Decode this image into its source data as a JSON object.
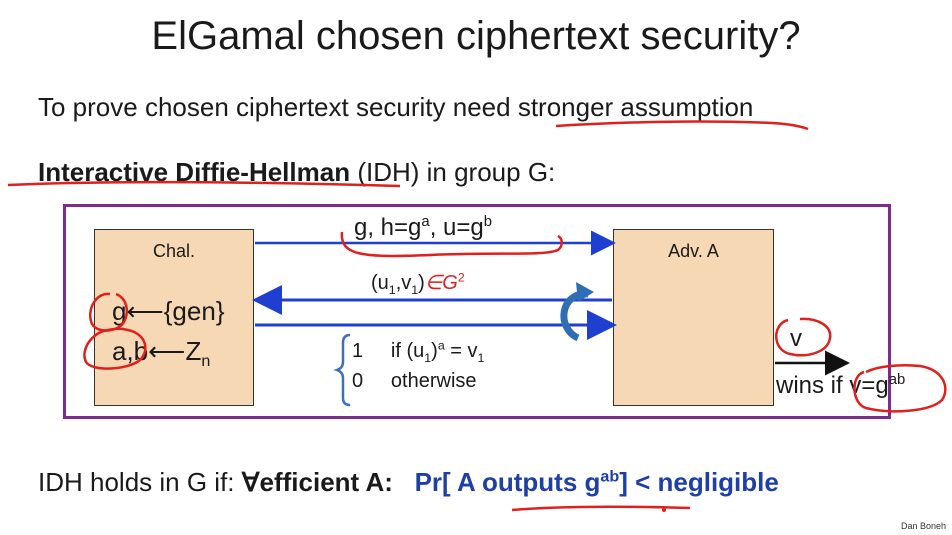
{
  "title": "ElGamal chosen ciphertext security?",
  "intro": {
    "before": "To prove chosen ciphertext security need ",
    "emphasis": "stronger assumption"
  },
  "idh_heading": {
    "bold": "Interactive Diffie-Hellman",
    "rest": " (IDH) in group G:"
  },
  "diagram": {
    "challenger_label": "Chal.",
    "adversary_label": "Adv. A",
    "gen_line": {
      "g": "g",
      "arrow": "⟵",
      "set": "{gen}"
    },
    "ab_line": {
      "vars": "a,b",
      "arrow": "⟵",
      "Z": "Z",
      "sub": "n"
    },
    "msg_challenge": {
      "p1": "g,  h=g",
      "s1": "a",
      "p2": ",  u=g",
      "s2": "b"
    },
    "msg_query": {
      "p1": "(u",
      "s1": "1",
      "p2": ",v",
      "s2": "1",
      "p3": ")",
      "handwritten": "∈G",
      "hw_sup": "2"
    },
    "response": {
      "one": "1",
      "one_text": "if   (u",
      "one_sub": "1",
      "one_mid": ")",
      "one_sup": "a",
      "one_end": " = v",
      "one_end_sub": "1",
      "zero": "0",
      "zero_text": "otherwise"
    },
    "output_v": "v",
    "wins": {
      "text": "wins if ",
      "v": "v=g",
      "sup": "ab"
    }
  },
  "statement": {
    "prefix": "IDH holds in G if:   ",
    "forall": "∀efficient A:",
    "pr_a": "Pr[ A outputs g",
    "pr_sup": "ab",
    "pr_b": "] < negligible"
  },
  "author": "Dan Boneh",
  "colors": {
    "frame": "#7b2d8e",
    "box_fill": "#f6d8b5",
    "arrow_blue": "#1f3fd1",
    "annotation_red": "#e0201c",
    "pr_blue": "#1f3fa8"
  }
}
